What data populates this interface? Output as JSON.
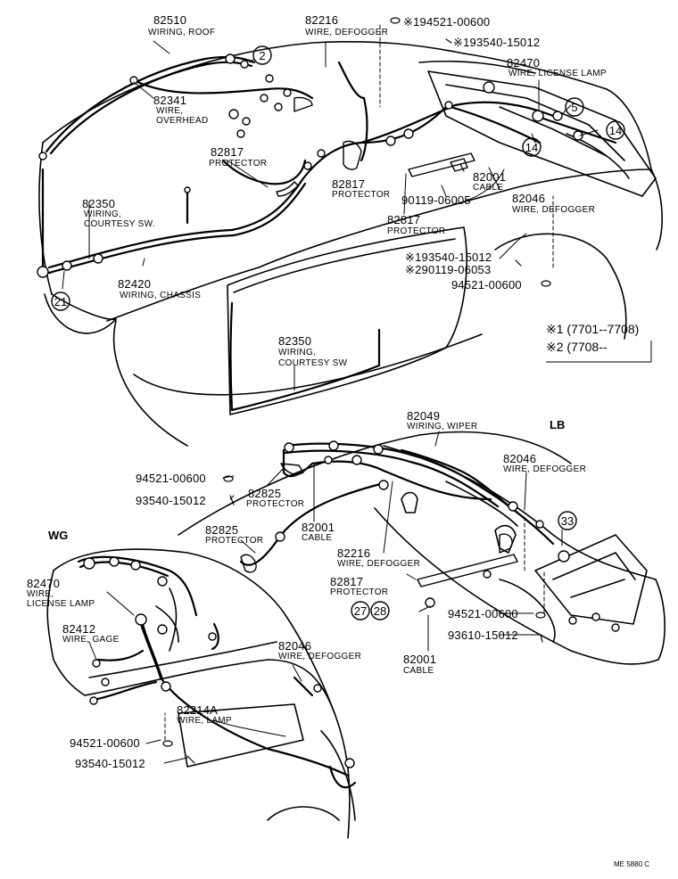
{
  "upper_group": {
    "p82510": {
      "num": "82510",
      "desc": "WIRING, ROOF"
    },
    "p82216": {
      "num": "82216",
      "desc": "WIRE, DEFOGGER"
    },
    "bolt_94521": {
      "text": "※194521-00600"
    },
    "bolt_93540": {
      "text": "※193540-15012"
    },
    "p82470": {
      "num": "82470",
      "desc": "WIRE, LICENSE LAMP"
    },
    "p82341": {
      "num": "82341",
      "desc1": "WIRE,",
      "desc2": "OVERHEAD"
    },
    "p82817a": {
      "num": "82817",
      "desc": "PROTECTOR"
    },
    "p82817b": {
      "num": "82817",
      "desc": "PROTECTOR"
    },
    "p82001": {
      "num": "82001",
      "desc": "CABLE"
    },
    "p90119": {
      "text": "90119-06005"
    },
    "p82046": {
      "num": "82046",
      "desc": "WIRE, DEFOGGER"
    },
    "p82817c": {
      "num": "82817",
      "desc": "PROTECTOR"
    },
    "p82350a": {
      "num": "82350",
      "desc1": "WIRING,",
      "desc2": "COURTESY SW."
    },
    "p82420": {
      "num": "82420",
      "desc": "WIRING, CHASSIS"
    },
    "bolt_93540b": {
      "text": "※193540-15012"
    },
    "bolt_90119b": {
      "text": "※290119-06053"
    },
    "bolt_94521b": {
      "text": "94521-00600"
    },
    "p82350b": {
      "num": "82350",
      "desc1": "WIRING,",
      "desc2": "COURTESY SW"
    },
    "note1": "※1 (7701--7708)",
    "note2": "※2 (7708--",
    "callouts": [
      "2",
      "5",
      "14",
      "14",
      "21"
    ]
  },
  "lb_group": {
    "label": "LB",
    "p82049": {
      "num": "82049",
      "desc": "WIRING, WIPER"
    },
    "p82046": {
      "num": "82046",
      "desc": "WIRE, DEFOGGER"
    },
    "bolt_94521": {
      "text": "94521-00600"
    },
    "bolt_93540": {
      "text": "93540-15012"
    },
    "p82825a": {
      "num": "82825",
      "desc": "PROTECTOR"
    },
    "p82825b": {
      "num": "82825",
      "desc": "PROTECTOR"
    },
    "p82001a": {
      "num": "82001",
      "desc": "CABLE"
    },
    "p82216": {
      "num": "82216",
      "desc": "WIRE, DEFOGGER"
    },
    "p82817": {
      "num": "82817",
      "desc": "PROTECTOR"
    },
    "bolt_94521b": {
      "text": "94521-00600"
    },
    "bolt_93610": {
      "text": "93610-15012"
    },
    "p82001b": {
      "num": "82001",
      "desc": "CABLE"
    },
    "callouts": [
      "33",
      "27",
      "28"
    ]
  },
  "wg_group": {
    "label": "WG",
    "p82470": {
      "num": "82470",
      "desc1": "WIRE,",
      "desc2": "LICENSE LAMP"
    },
    "p82412": {
      "num": "82412",
      "desc": "WIRE, GAGE"
    },
    "p82046": {
      "num": "82046",
      "desc": "WIRE, DEFOGGER"
    },
    "p82214A": {
      "num": "82214A",
      "desc": "WIRE, LAMP"
    },
    "bolt_94521": {
      "text": "94521-00600"
    },
    "bolt_93540": {
      "text": "93540-15012"
    }
  },
  "footer_code": "ME 5880 C"
}
